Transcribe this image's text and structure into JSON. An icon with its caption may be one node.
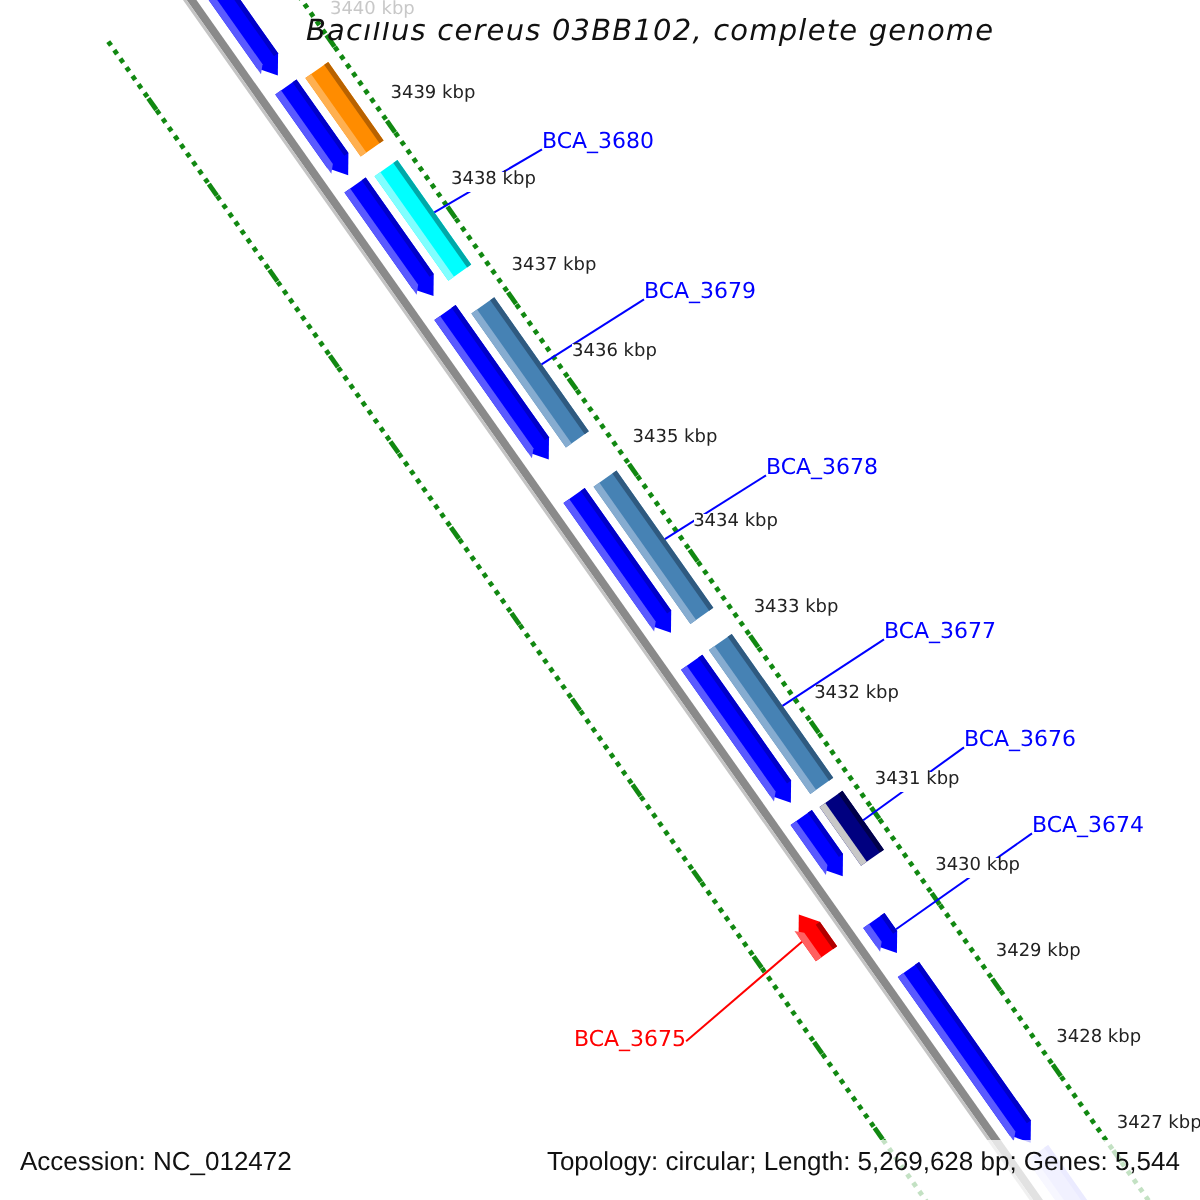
{
  "diagram": {
    "title": "Bacillus cereus 03BB102, complete genome",
    "nodes": [
      {
        "text": [
          "BCA_3680"
        ]
      },
      {
        "text": [
          "BCA_3679"
        ]
      },
      {
        "text": [
          "BCA_3678"
        ]
      },
      {
        "text": [
          "BCA_3677"
        ]
      },
      {
        "text": [
          "BCA_3676"
        ]
      },
      {
        "text": [
          "BCA_3674"
        ]
      },
      {
        "text": [
          "BCA_3675"
        ]
      },
      {
        "text": [],
        "shape": "bar"
      },
      {
        "text": [],
        "shape": "bar"
      },
      {
        "text": [],
        "shape": "bar"
      },
      {
        "text": [],
        "shape": "bar"
      },
      {
        "text": [],
        "shape": "bar"
      },
      {
        "text": [],
        "shape": "bar"
      },
      {
        "text": [],
        "shape": "bar"
      }
    ],
    "edges": [
      {
        "from": 0,
        "to": 7,
        "arrow": "none"
      },
      {
        "from": 1,
        "to": 8,
        "arrow": "none"
      },
      {
        "from": 2,
        "to": 9,
        "arrow": "none"
      },
      {
        "from": 3,
        "to": 10,
        "arrow": "none"
      },
      {
        "from": 4,
        "to": 11,
        "arrow": "none"
      },
      {
        "from": 5,
        "to": 13,
        "arrow": "none"
      },
      {
        "from": 6,
        "to": 12,
        "arrow": "none",
        "color": "#ff0000"
      }
    ],
    "labels": [
      "3440 kbp",
      "3439 kbp",
      "3438 kbp",
      "3437 kbp",
      "3436 kbp",
      "3435 kbp",
      "3434 kbp",
      "3433 kbp",
      "3432 kbp",
      "3431 kbp",
      "3430 kbp",
      "3429 kbp",
      "3428 kbp",
      "3427 kbp",
      "Accession: NC_012472",
      "Topology: circular; Length: 5,269,628 bp; Genes: 5,544"
    ]
  }
}
